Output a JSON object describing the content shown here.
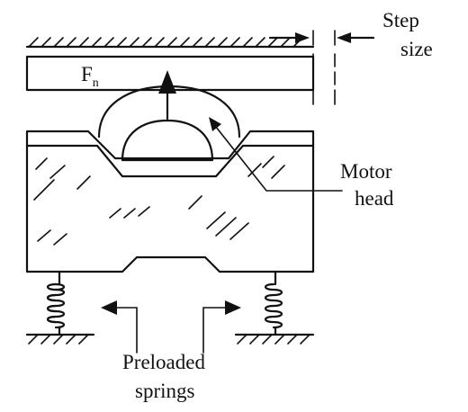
{
  "labels": {
    "force": "F",
    "force_subscript": "n",
    "step_line1": "Step",
    "step_line2": "size",
    "motor_line1": "Motor",
    "motor_line2": "head",
    "springs_line1": "Preloaded",
    "springs_line2": "springs"
  },
  "colors": {
    "ink": "#111111",
    "background": "#ffffff"
  }
}
